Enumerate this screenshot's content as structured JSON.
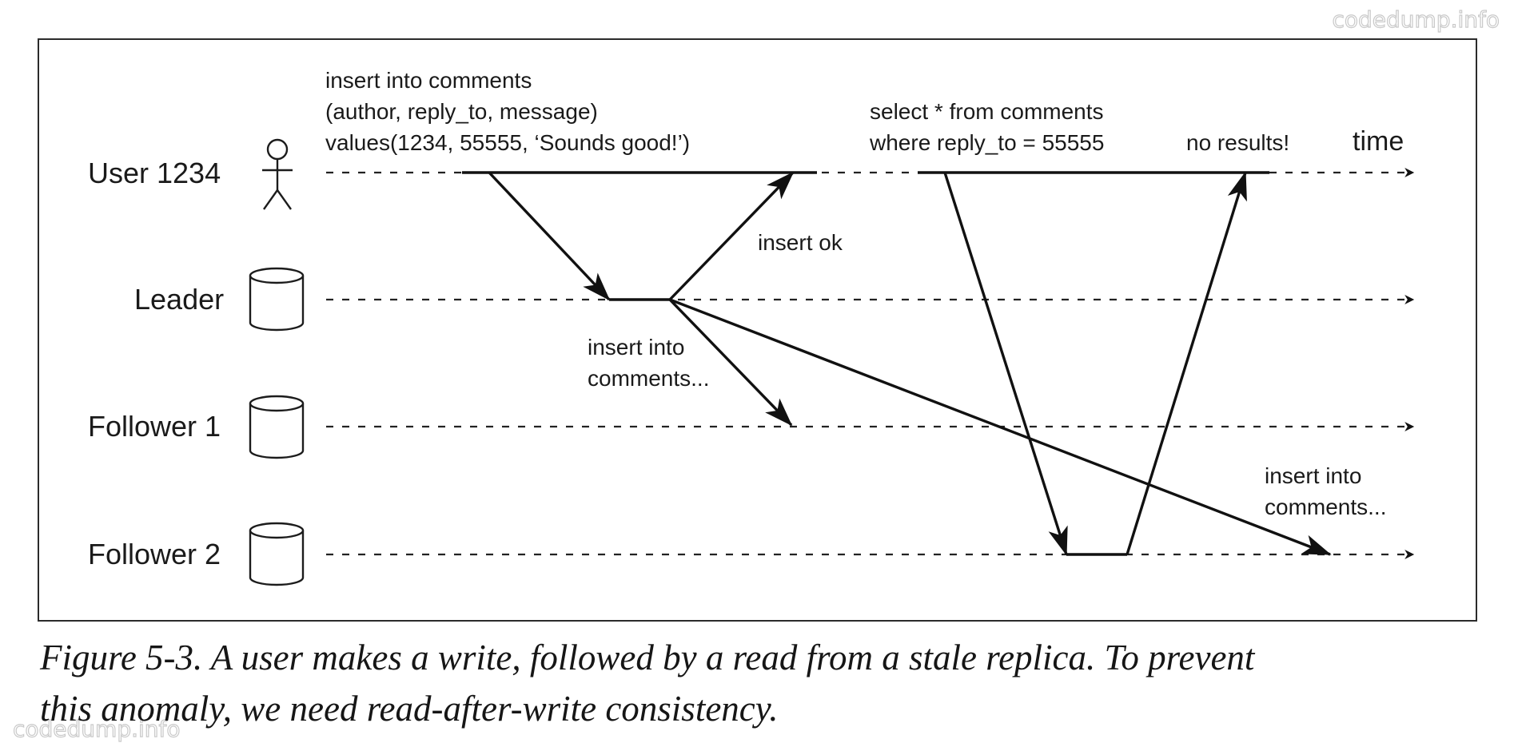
{
  "watermarks": {
    "top_right": "codedump.info",
    "bottom_left": "codedump.info"
  },
  "lanes": [
    {
      "label": "User 1234",
      "icon": "person-icon"
    },
    {
      "label": "Leader",
      "icon": "database-icon"
    },
    {
      "label": "Follower 1",
      "icon": "database-icon"
    },
    {
      "label": "Follower 2",
      "icon": "database-icon"
    }
  ],
  "time_label": "time",
  "notes": {
    "insert_request": [
      "insert into comments",
      "(author, reply_to, message)",
      "values(1234, 55555, ‘Sounds good!’)"
    ],
    "select_request": [
      "select * from comments",
      "where reply_to = 55555"
    ],
    "no_results": "no results!",
    "insert_ok": "insert ok",
    "replication_follower1": [
      "insert into",
      "comments..."
    ],
    "replication_follower2": [
      "insert into",
      "comments..."
    ]
  },
  "caption": [
    "Figure 5-3. A user makes a write, followed by a read from a stale replica. To prevent",
    "this anomaly, we need read-after-write consistency."
  ]
}
